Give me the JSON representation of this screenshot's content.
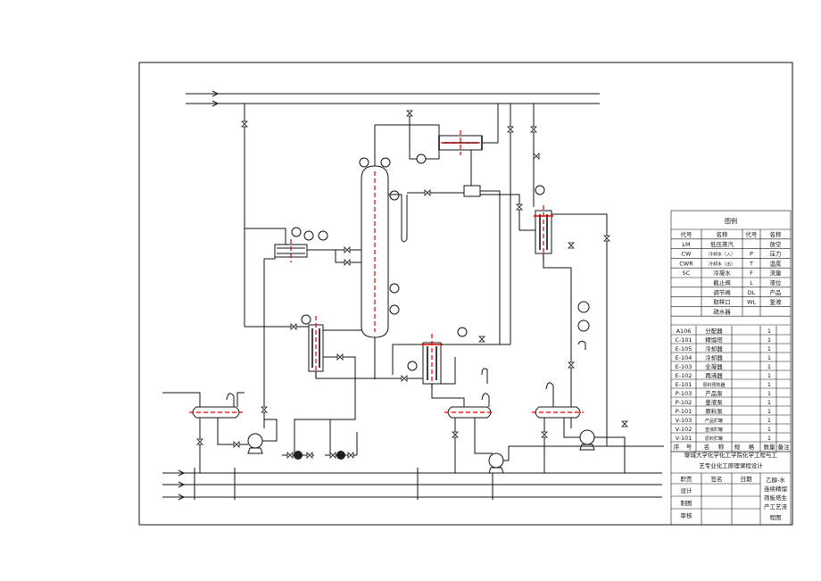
{
  "legend": {
    "title": "图例",
    "headers": [
      "代号",
      "名称",
      "代号",
      "名称"
    ],
    "rows": [
      [
        "LM",
        "低压蒸汽",
        "",
        "放空"
      ],
      [
        "CW",
        "冷却水（入）",
        "P",
        "压力"
      ],
      [
        "CWR",
        "冷却水（出）",
        "T",
        "温度"
      ],
      [
        "SC",
        "冷凝水",
        "F",
        "流量"
      ],
      [
        "",
        "截止阀",
        "L",
        "液位"
      ],
      [
        "",
        "调节阀",
        "DL",
        "产品"
      ],
      [
        "",
        "取样口",
        "WL",
        "釜液"
      ],
      [
        "",
        "疏水器",
        "",
        ""
      ]
    ]
  },
  "equipment_list": [
    [
      "A106",
      "分配器",
      "1"
    ],
    [
      "C-101",
      "精馏塔",
      "1"
    ],
    [
      "E-105",
      "冷却器",
      "1"
    ],
    [
      "E-104",
      "冷却器",
      "1"
    ],
    [
      "E-103",
      "全凝器",
      "1"
    ],
    [
      "E-102",
      "再沸器",
      "1"
    ],
    [
      "E-101",
      "原料预热器",
      "1"
    ],
    [
      "P-103",
      "产品泵",
      "1"
    ],
    [
      "P-102",
      "釜液泵",
      "1"
    ],
    [
      "P-101",
      "原料泵",
      "1"
    ],
    [
      "V-103",
      "产品贮罐",
      "1"
    ],
    [
      "V-102",
      "釜液贮罐",
      "1"
    ],
    [
      "V-101",
      "原料贮罐",
      "1"
    ]
  ],
  "list_header": [
    "序",
    "号",
    "名",
    "称",
    "规",
    "格",
    "数量",
    "备注"
  ],
  "school_line1": "聊城大学化学化工学院化学工程与工",
  "school_line2": "艺专业化工原理课程设计",
  "sign_header": [
    "职责",
    "签名",
    "日期"
  ],
  "sign_roles": [
    "设计",
    "制图",
    "审核"
  ],
  "drawing_title_lines": [
    "乙醇-水",
    "连续精馏",
    "筛板塔生",
    "产工艺流",
    "程图"
  ],
  "colors": {
    "line": "#111111",
    "centerline": "#d00000",
    "background": "#ffffff"
  }
}
